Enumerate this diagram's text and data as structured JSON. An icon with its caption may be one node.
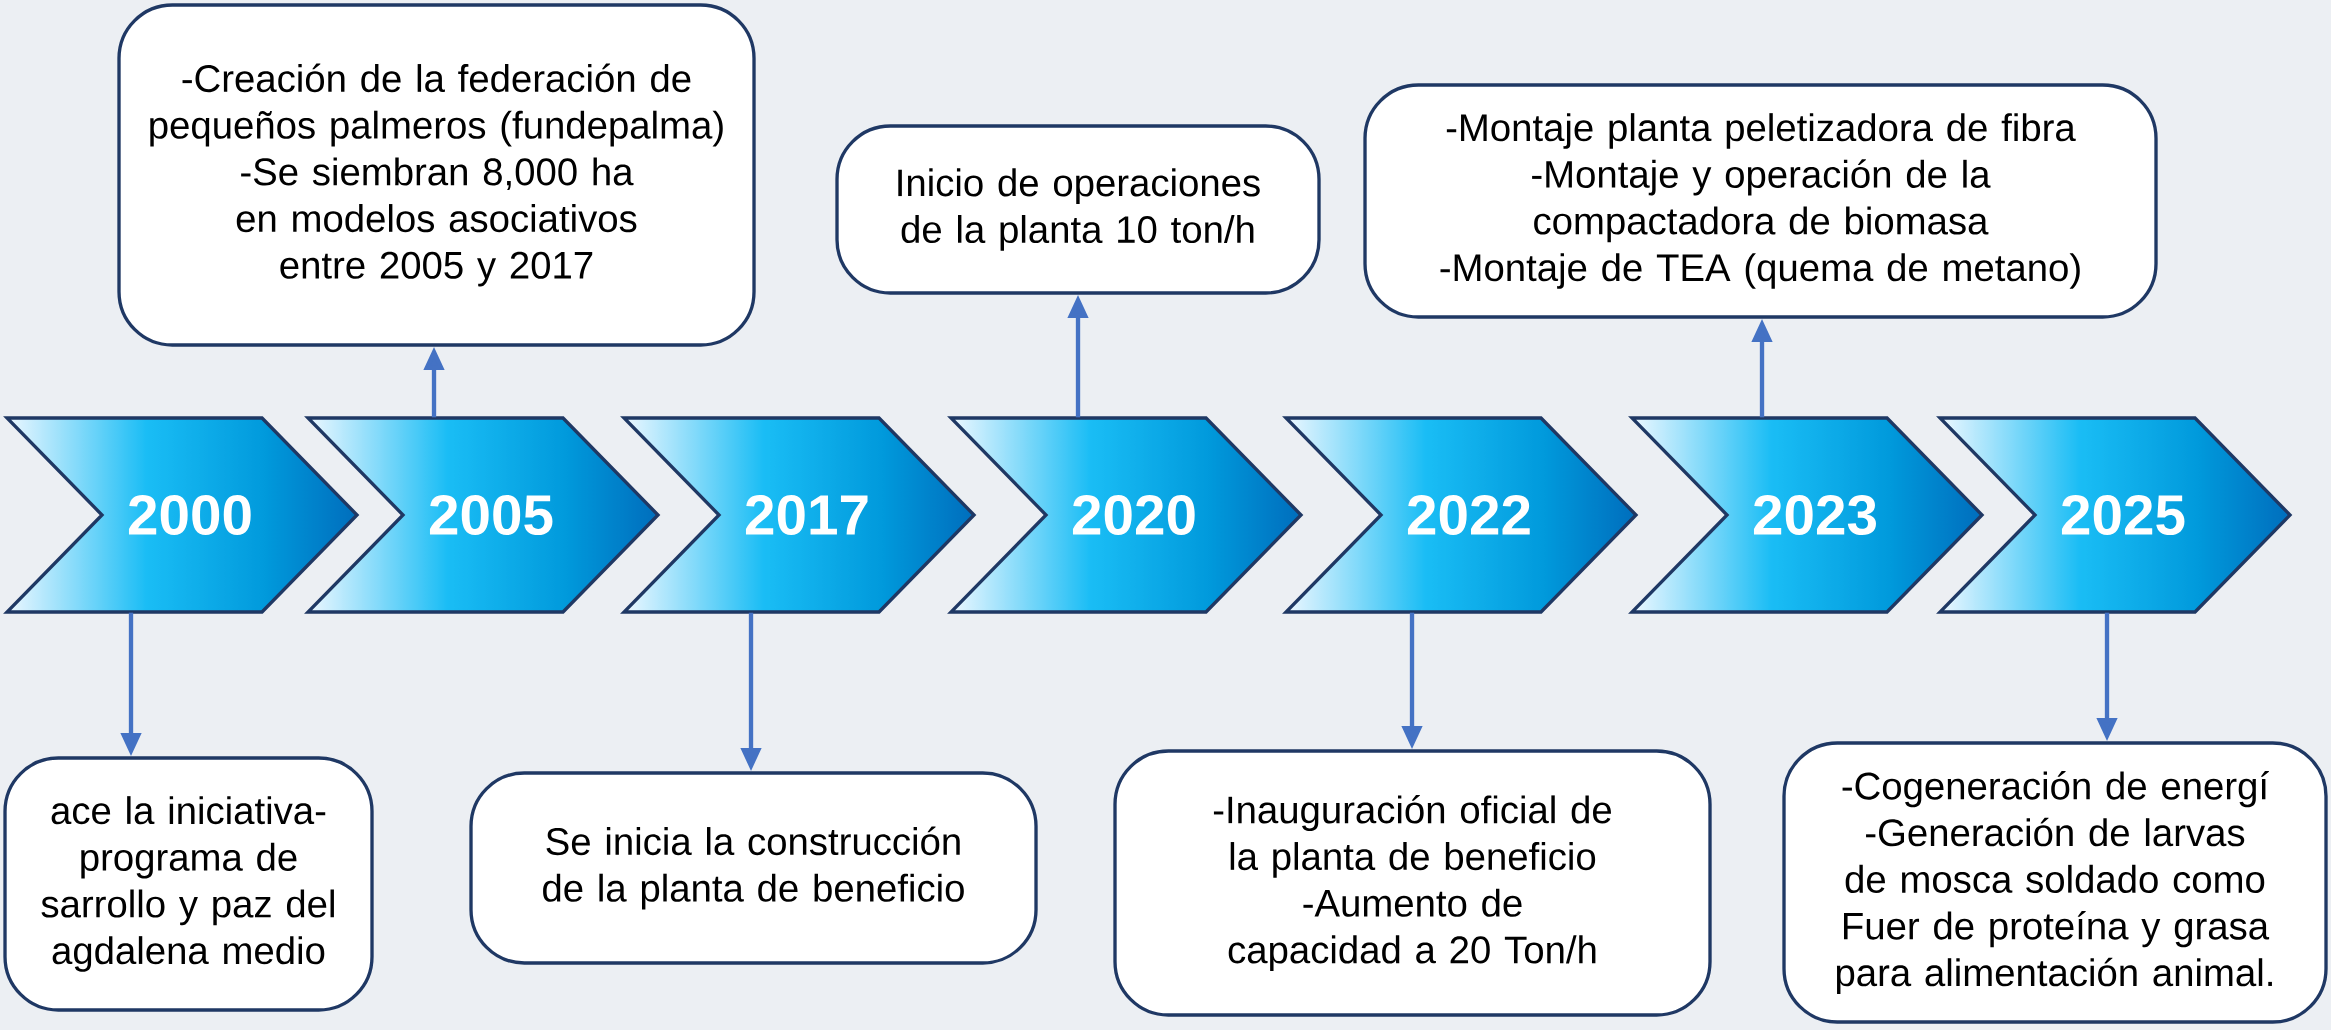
{
  "diagram": {
    "nodes": [
      {
        "text": [
          "-Creación de la federación de pequeños palmeros (fundepalma)",
          "-Se siembran 8,000 ha en modelos asociativos entre 2005 y 2017"
        ]
      },
      {
        "text": [
          "Inicio de operaciones de la planta 10 ton/h"
        ]
      },
      {
        "text": [
          "-Montaje planta peletizadora de fibra",
          "-Montaje y operación de la compactadora de biomasa",
          "-Montaje de TEA (quema de metano)"
        ]
      },
      {
        "text": [
          "2000"
        ]
      },
      {
        "text": [
          "2005"
        ]
      },
      {
        "text": [
          "2017"
        ]
      },
      {
        "text": [
          "2020"
        ]
      },
      {
        "text": [
          "2022"
        ]
      },
      {
        "text": [
          "2023"
        ]
      },
      {
        "text": [
          "2025"
        ]
      },
      {
        "text": [
          "ace la iniciativa- programa de sarrollo y paz del agdalena medio"
        ]
      },
      {
        "text": [
          "Se inicia la construcción de la planta de beneficio"
        ]
      },
      {
        "text": [
          "-Inauguración oficial de la planta de beneficio",
          "-Aumento de capacidad a 20 Ton/h"
        ]
      },
      {
        "text": [
          "-Cogeneración de energí",
          "-Generación de larvas de mosca soldado como Fuer de proteína y grasa para alimentación animal."
        ]
      }
    ],
    "edges": [
      {
        "from": 3,
        "to": 10,
        "arrow": "to"
      },
      {
        "from": 4,
        "to": 0,
        "arrow": "to"
      },
      {
        "from": 5,
        "to": 11,
        "arrow": "to"
      },
      {
        "from": 6,
        "to": 1,
        "arrow": "to"
      },
      {
        "from": 7,
        "to": 12,
        "arrow": "to"
      },
      {
        "from": 8,
        "to": 2,
        "arrow": "to"
      },
      {
        "from": 9,
        "to": 13,
        "arrow": "to"
      }
    ]
  }
}
